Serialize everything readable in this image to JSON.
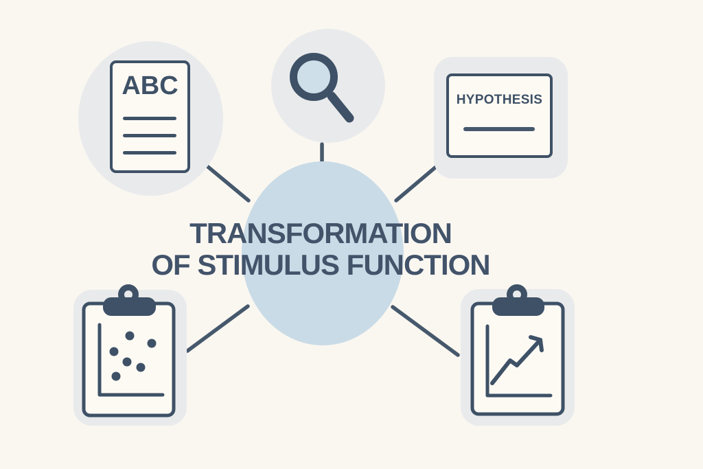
{
  "diagram": {
    "center": {
      "line1": "TRANSFORMATION",
      "line2": "OF STIMULUS FUNCTION",
      "shape": "circle"
    },
    "nodes": [
      {
        "id": "document",
        "position": "top-left",
        "icon": "document-text-icon",
        "label": "ABC",
        "detail_lines": 3
      },
      {
        "id": "search",
        "position": "top-center",
        "icon": "magnifier-icon"
      },
      {
        "id": "hypothesis",
        "position": "top-right",
        "icon": "hypothesis-card-icon",
        "label": "HYPOTHESIS"
      },
      {
        "id": "scatter",
        "position": "bottom-left",
        "icon": "scatter-plot-clipboard-icon",
        "dot_count": 6
      },
      {
        "id": "trend",
        "position": "bottom-right",
        "icon": "trend-chart-clipboard-icon"
      }
    ],
    "connector_count": 5,
    "colors": {
      "background": "#faf7f1",
      "node_halo": "#e9eaec",
      "center_fill": "#c9dbe6",
      "ink": "#3e5166",
      "text": "#42536a",
      "lens_fill": "#cfdfe9",
      "card_fill": "#fdfaf4",
      "connector": "#46586c"
    }
  }
}
